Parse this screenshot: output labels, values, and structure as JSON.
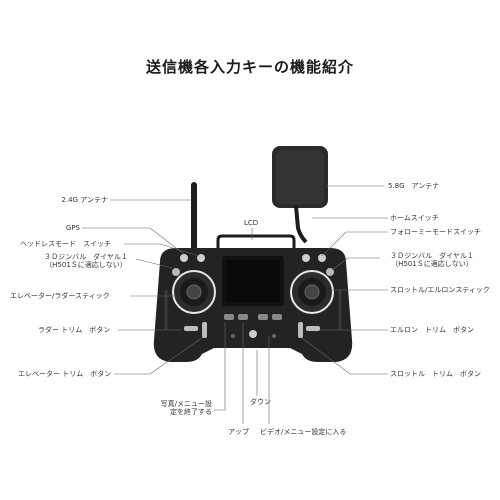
{
  "title": "送信機各入力キーの機能紹介",
  "labels": {
    "antenna_24g": "2.4G アンテナ",
    "gps": "GPS",
    "headless": "ヘッドレスモード　スイッチ",
    "gimbal_dial_left_1": "３Ｄジンバル　ダイヤル１",
    "gimbal_dial_left_2": "（H501Ｓに適応しない）",
    "elevator_rudder_stick": "エレベーター/ラダースティック",
    "rudder_trim": "ラダー トリム　ボタン",
    "elevator_trim": "エレベーター トリム　ボタン",
    "photo_menu_1": "写真/メニュー設",
    "photo_menu_2": "定を終了する",
    "up": "アップ",
    "down": "ダウン",
    "video_menu": "ビデオ/メニュー設定に入る",
    "lcd": "LCD",
    "antenna_58g": "5.8G　アンテナ",
    "home_switch": "ホームスイッチ",
    "follow_me": "フォローミーモードスイッチ",
    "gimbal_dial_right_1": "３Ｄジンバル　ダイヤル１",
    "gimbal_dial_right_2": "（H501Ｓに適応しない）",
    "throttle_aileron_stick": "スロットル/エルロンスティック",
    "aileron_trim": "エルロン　トリム　ボタン",
    "throttle_trim": "スロットル　トリム　ボタン"
  }
}
